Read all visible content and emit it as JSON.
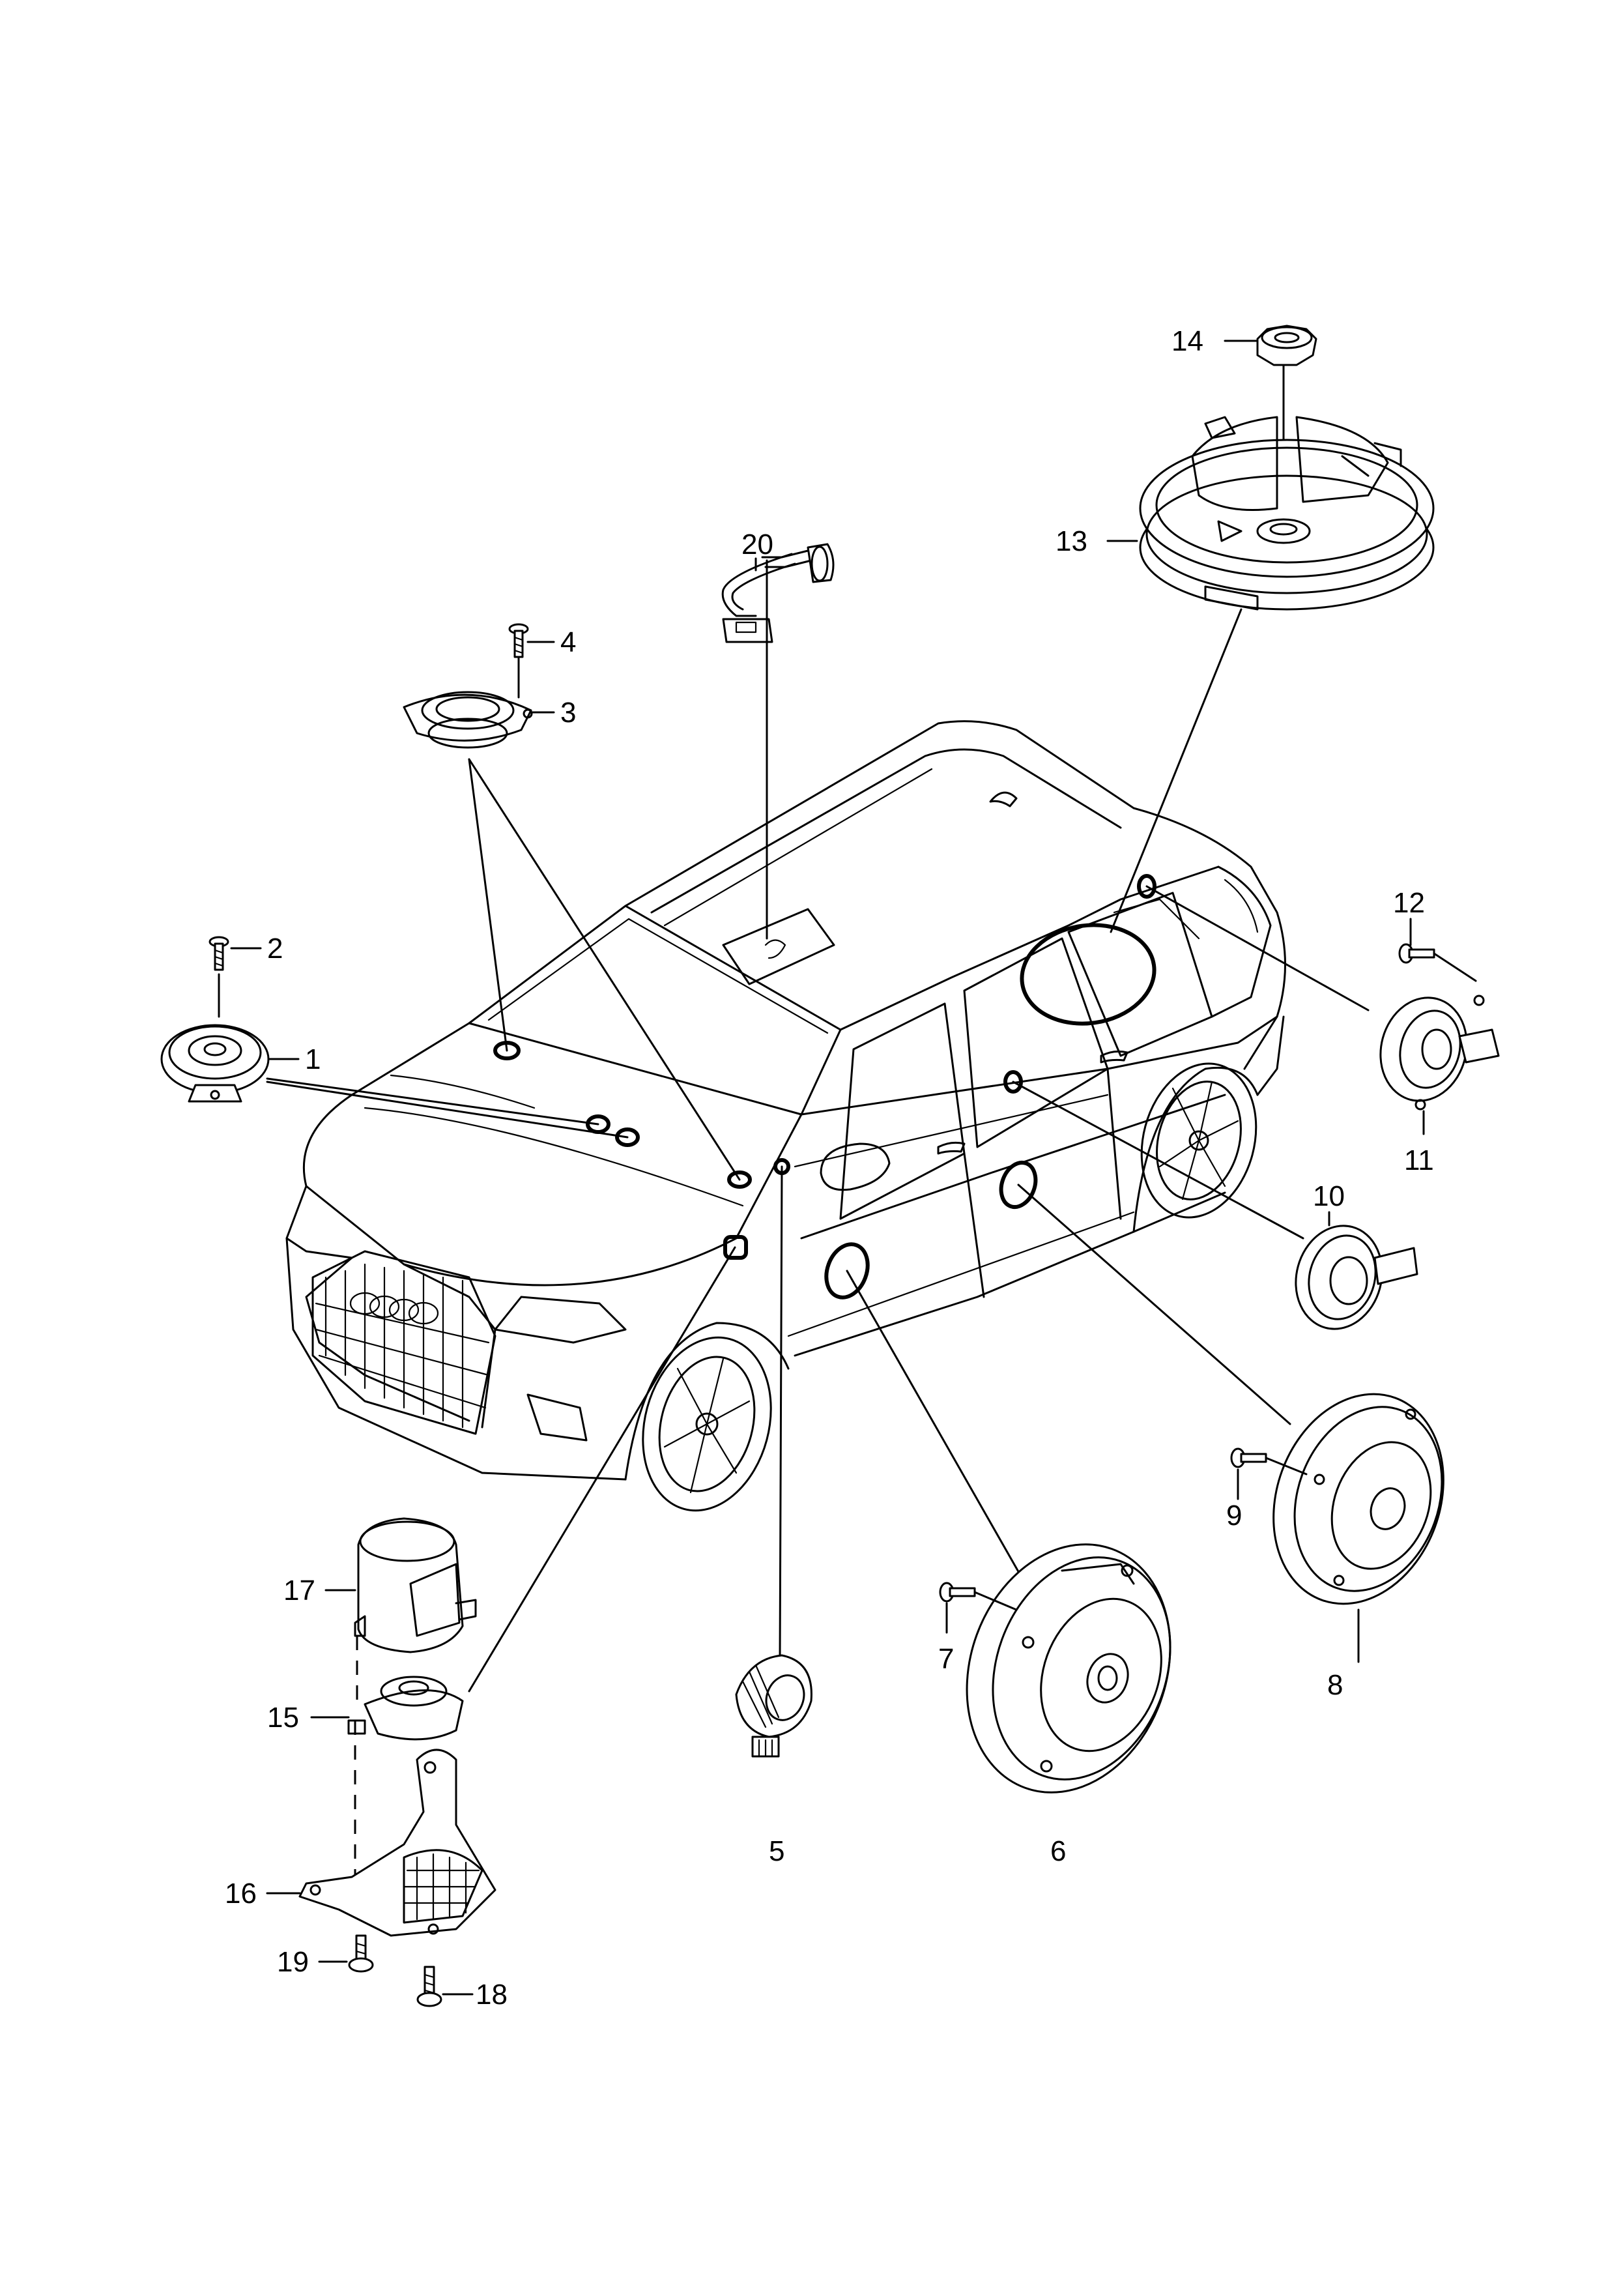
{
  "diagram": {
    "type": "parts-diagram",
    "callouts": [
      {
        "num": "1"
      },
      {
        "num": "2"
      },
      {
        "num": "3"
      },
      {
        "num": "4"
      },
      {
        "num": "5"
      },
      {
        "num": "6"
      },
      {
        "num": "7"
      },
      {
        "num": "8"
      },
      {
        "num": "9"
      },
      {
        "num": "10"
      },
      {
        "num": "11"
      },
      {
        "num": "12"
      },
      {
        "num": "13"
      },
      {
        "num": "14"
      },
      {
        "num": "15"
      },
      {
        "num": "16"
      },
      {
        "num": "17"
      },
      {
        "num": "18"
      },
      {
        "num": "19"
      },
      {
        "num": "20"
      }
    ]
  }
}
